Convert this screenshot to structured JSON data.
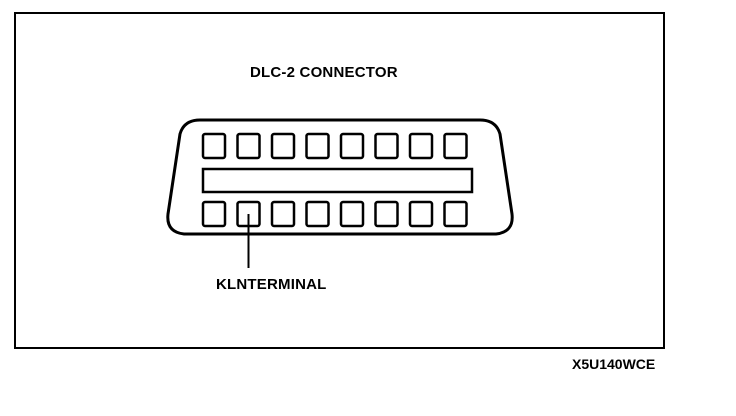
{
  "diagram": {
    "title": "DLC-2 CONNECTOR",
    "terminal_label": "KLNTERMINAL",
    "figure_code": "X5U140WCE",
    "pins_per_row": 8,
    "highlighted_terminal_pin": 2
  }
}
